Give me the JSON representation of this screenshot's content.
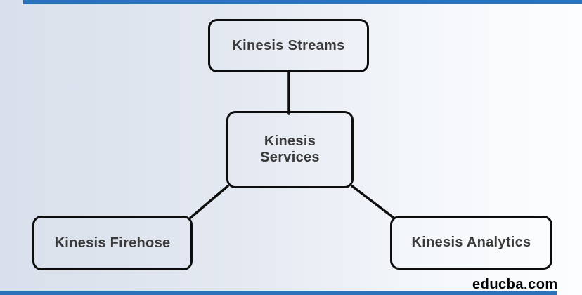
{
  "diagram": {
    "nodes": {
      "streams": {
        "label": "Kinesis Streams"
      },
      "services": {
        "label": "Kinesis Services"
      },
      "firehose": {
        "label": "Kinesis Firehose"
      },
      "analytics": {
        "label": "Kinesis Analytics"
      }
    },
    "edges": [
      {
        "from": "Kinesis Streams",
        "to": "Kinesis Services"
      },
      {
        "from": "Kinesis Services",
        "to": "Kinesis Firehose"
      },
      {
        "from": "Kinesis Services",
        "to": "Kinesis Analytics"
      }
    ],
    "colors": {
      "accent_bar": "#2b72b8",
      "node_border": "#0d0d0d",
      "node_text": "#3a3a3a",
      "connector": "#0d0d0d",
      "background_left": "#d9e0eb",
      "background_right": "#fcfdfe",
      "watermark_text": "#000000"
    }
  },
  "watermark": {
    "text": "educba.com"
  }
}
